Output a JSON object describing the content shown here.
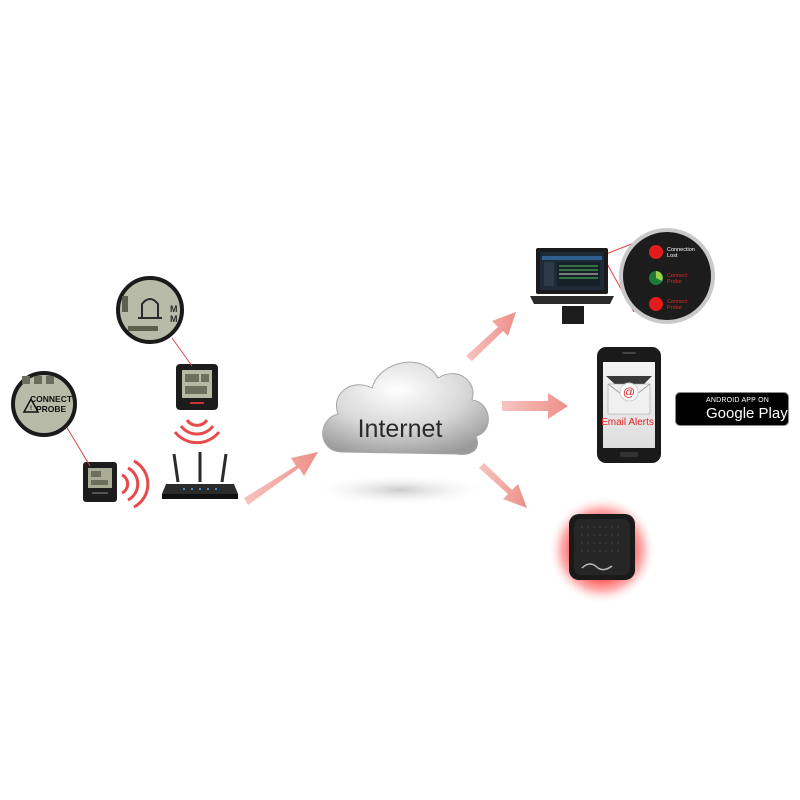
{
  "callout_probe": {
    "line1": "CONNECT",
    "line2": "PROBE"
  },
  "center": {
    "label": "Internet"
  },
  "alert_panel": {
    "items": [
      {
        "label": "Connection Lost",
        "color": "#ffffff"
      },
      {
        "label": "Connect Probe",
        "color": "#e02a2a"
      },
      {
        "label": "Connect Probe",
        "color": "#e02a2a"
      }
    ]
  },
  "phone": {
    "screen_text": "Email Alerts",
    "at_symbol": "@"
  },
  "store_badge": {
    "top_text": "ANDROID APP ON",
    "name": "Google Play"
  },
  "colors": {
    "arrow": "#f2a5a0",
    "alert_red": "#e21b1b",
    "glow": "#ff2a2a"
  }
}
